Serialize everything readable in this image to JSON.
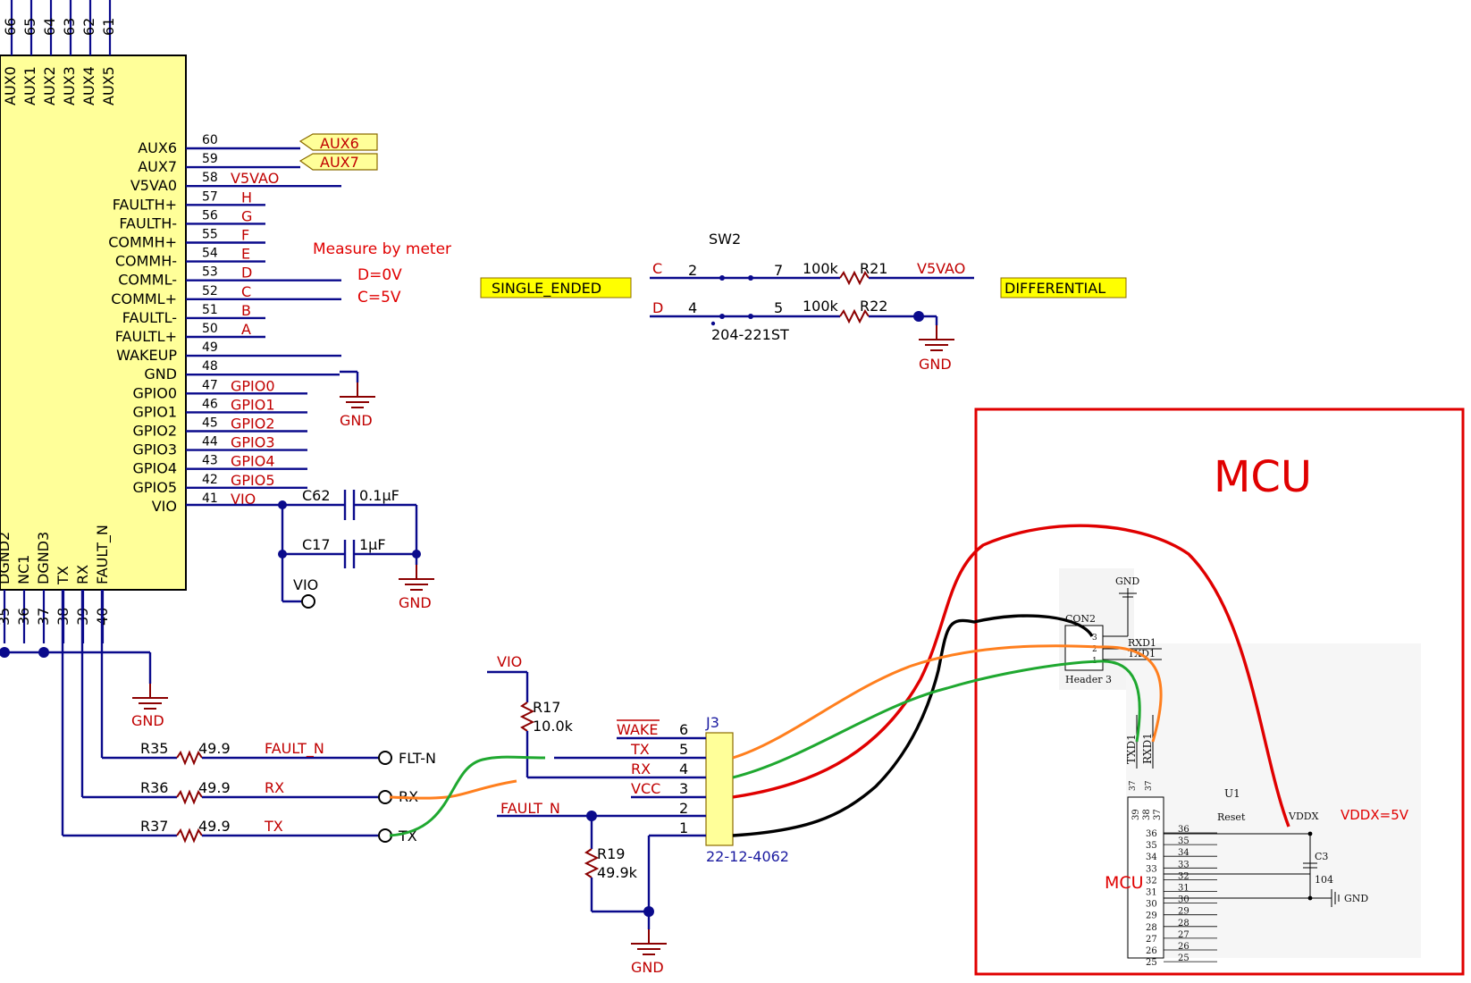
{
  "chip": {
    "top_pin_numbers": [
      "66",
      "65",
      "64",
      "63",
      "62",
      "61"
    ],
    "top_pin_names": [
      "AUX0",
      "AUX1",
      "AUX2",
      "AUX3",
      "AUX4",
      "AUX5"
    ],
    "right_pins": [
      {
        "num": "60",
        "name": "AUX6",
        "net": ""
      },
      {
        "num": "59",
        "name": "AUX7",
        "net": ""
      },
      {
        "num": "58",
        "name": "V5VA0",
        "net": "V5VAO"
      },
      {
        "num": "57",
        "name": "FAULTH+",
        "net": "H"
      },
      {
        "num": "56",
        "name": "FAULTH-",
        "net": "G"
      },
      {
        "num": "55",
        "name": "COMMH+",
        "net": "F"
      },
      {
        "num": "54",
        "name": "COMMH-",
        "net": "E"
      },
      {
        "num": "53",
        "name": "COMML-",
        "net": "D"
      },
      {
        "num": "52",
        "name": "COMML+",
        "net": "C"
      },
      {
        "num": "51",
        "name": "FAULTL-",
        "net": "B"
      },
      {
        "num": "50",
        "name": "FAULTL+",
        "net": "A"
      },
      {
        "num": "49",
        "name": "WAKEUP",
        "net": ""
      },
      {
        "num": "48",
        "name": "GND",
        "net": ""
      },
      {
        "num": "47",
        "name": "GPIO0",
        "net": "GPIO0"
      },
      {
        "num": "46",
        "name": "GPIO1",
        "net": "GPIO1"
      },
      {
        "num": "45",
        "name": "GPIO2",
        "net": "GPIO2"
      },
      {
        "num": "44",
        "name": "GPIO3",
        "net": "GPIO3"
      },
      {
        "num": "43",
        "name": "GPIO4",
        "net": "GPIO4"
      },
      {
        "num": "42",
        "name": "GPIO5",
        "net": "GPIO5"
      },
      {
        "num": "41",
        "name": "VIO",
        "net": "VIO"
      }
    ],
    "bottom_pin_names": [
      "DGND2",
      "NC1",
      "DGND3",
      "TX",
      "RX",
      "FAULT_N"
    ],
    "bottom_pin_numbers": [
      "35",
      "36",
      "37",
      "38",
      "39",
      "40"
    ]
  },
  "ports": {
    "aux6": "AUX6",
    "aux7": "AUX7"
  },
  "annotations": {
    "measure": "Measure by meter",
    "d_value": "D=0V",
    "c_value": "C=5V",
    "single_ended": "SINGLE_ENDED",
    "differential": "DIFFERENTIAL",
    "vddx_note": "VDDX=5V",
    "mcu_box_title": "MCU",
    "mcu_label": "MCU"
  },
  "switch": {
    "ref": "SW2",
    "part": "204-221ST",
    "rows": [
      {
        "net": "C",
        "pin_a": "2",
        "pin_b": "7",
        "res_val": "100k",
        "res_ref": "R21",
        "end": "V5VAO"
      },
      {
        "net": "D",
        "pin_a": "4",
        "pin_b": "5",
        "res_val": "100k",
        "res_ref": "R22",
        "end": ""
      }
    ]
  },
  "caps": [
    {
      "ref": "C62",
      "value": "0.1µF"
    },
    {
      "ref": "C17",
      "value": "1µF"
    }
  ],
  "vio_label": "VIO",
  "gnd_label": "GND",
  "resistors": [
    {
      "ref": "R35",
      "value": "49.9",
      "net": "FAULT_N",
      "port": "FLT-N"
    },
    {
      "ref": "R36",
      "value": "49.9",
      "net": "RX",
      "port": "RX"
    },
    {
      "ref": "R37",
      "value": "49.9",
      "net": "TX",
      "port": "TX"
    }
  ],
  "r17": {
    "ref": "R17",
    "value": "10.0k",
    "net": "VIO"
  },
  "r19": {
    "ref": "R19",
    "value": "49.9k"
  },
  "connector": {
    "ref": "J3",
    "part": "22-12-4062",
    "pins": [
      {
        "num": "6",
        "net": "WAKE"
      },
      {
        "num": "5",
        "net": "TX"
      },
      {
        "num": "4",
        "net": "RX"
      },
      {
        "num": "3",
        "net": "VCC"
      },
      {
        "num": "2",
        "net": "FAULT_N"
      },
      {
        "num": "1",
        "net": ""
      }
    ]
  },
  "mcu": {
    "gnd": "GND",
    "con_ref": "CON2",
    "con_part": "Header 3",
    "con_pins": [
      "3",
      "2",
      "1"
    ],
    "rxd1": "RXD1",
    "txd1": "TXD1",
    "u_ref": "U1",
    "vert_pin_nums": [
      "39",
      "38",
      "37"
    ],
    "vert_labels": [
      "TXD1",
      "RXD1"
    ],
    "vert_small": [
      "37",
      "37"
    ],
    "reset": "Reset",
    "vddx": "VDDX",
    "cap_ref": "C3",
    "cap_val": "104",
    "cap_gnd": "GND",
    "left_pins": [
      "36",
      "35",
      "34",
      "33",
      "32",
      "31",
      "30",
      "29",
      "28",
      "27",
      "26",
      "25"
    ],
    "right_pins": [
      "36",
      "35",
      "34",
      "33",
      "32",
      "31",
      "30",
      "29",
      "28",
      "27",
      "26",
      "25"
    ]
  },
  "wire_colors": {
    "red": "#e00000",
    "black": "#000000",
    "orange": "#ff7f1e",
    "green": "#1fa830"
  }
}
